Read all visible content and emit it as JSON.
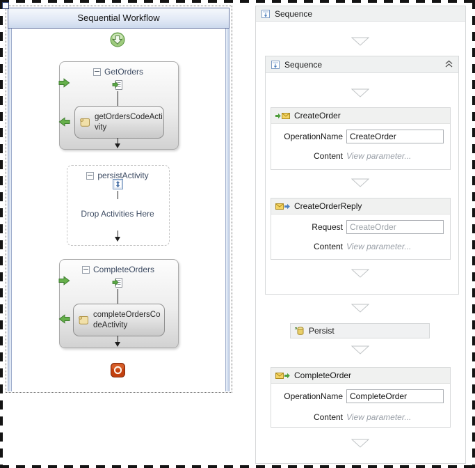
{
  "left_panel": {
    "title": "Sequential Workflow",
    "get_orders": {
      "label": "GetOrders",
      "child_label": "getOrdersCodeActivity"
    },
    "persist_activity": {
      "label": "persistActivity",
      "drop_hint": "Drop Activities Here"
    },
    "complete_orders": {
      "label": "CompleteOrders",
      "child_label": "completeOrdersCodeActivity"
    }
  },
  "right_panel": {
    "root_sequence": {
      "title": "Sequence"
    },
    "inner_sequence": {
      "title": "Sequence"
    },
    "create_order": {
      "title": "CreateOrder",
      "operation_label": "OperationName",
      "operation_value": "CreateOrder",
      "content_label": "Content",
      "content_value": "View parameter..."
    },
    "create_order_reply": {
      "title": "CreateOrderReply",
      "request_label": "Request",
      "request_value": "CreateOrder",
      "content_label": "Content",
      "content_value": "View parameter..."
    },
    "persist": {
      "title": "Persist"
    },
    "complete_order": {
      "title": "CompleteOrder",
      "operation_label": "OperationName",
      "operation_value": "CompleteOrder",
      "content_label": "Content",
      "content_value": "View parameter..."
    }
  },
  "icons": {
    "start": "green-circle-down-arrow",
    "terminate": "red-square-ring",
    "sequence": "blue-window-down-arrow",
    "receive": "green-arrow-envelope",
    "send_reply": "envelope-blue-arrow",
    "persist": "yellow-database",
    "code_activity": "parchment-scroll",
    "persist_small": "boxed-updown-arrow",
    "child_sequence": "document-green-arrow"
  },
  "colors": {
    "designer_title_border": "#5f6f9e",
    "activity_text_navy": "#3e4c63",
    "nav_arrow_green": "#5aa845",
    "panel_border": "#d7d9da",
    "header_bg": "#eff1f1",
    "hint_gray": "#9aa0a8",
    "terminate_red": "#c2410f"
  }
}
